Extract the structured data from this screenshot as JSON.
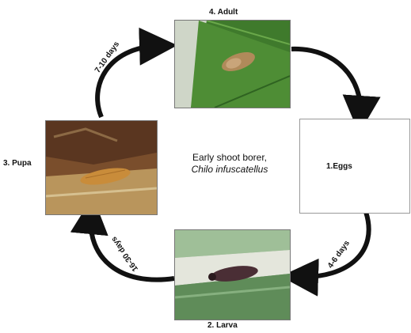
{
  "title": {
    "line1": "Early shoot borer,",
    "line2": "Chilo infuscatellus"
  },
  "stages": {
    "adult": "4. Adult",
    "eggs": "1.Eggs",
    "larva": "2. Larva",
    "pupa": "3. Pupa"
  },
  "durations": {
    "adult_to_eggs": "",
    "eggs_to_larva": "4-6 days",
    "larva_to_pupa": "16-30 days",
    "pupa_to_adult": "7-10 days"
  }
}
